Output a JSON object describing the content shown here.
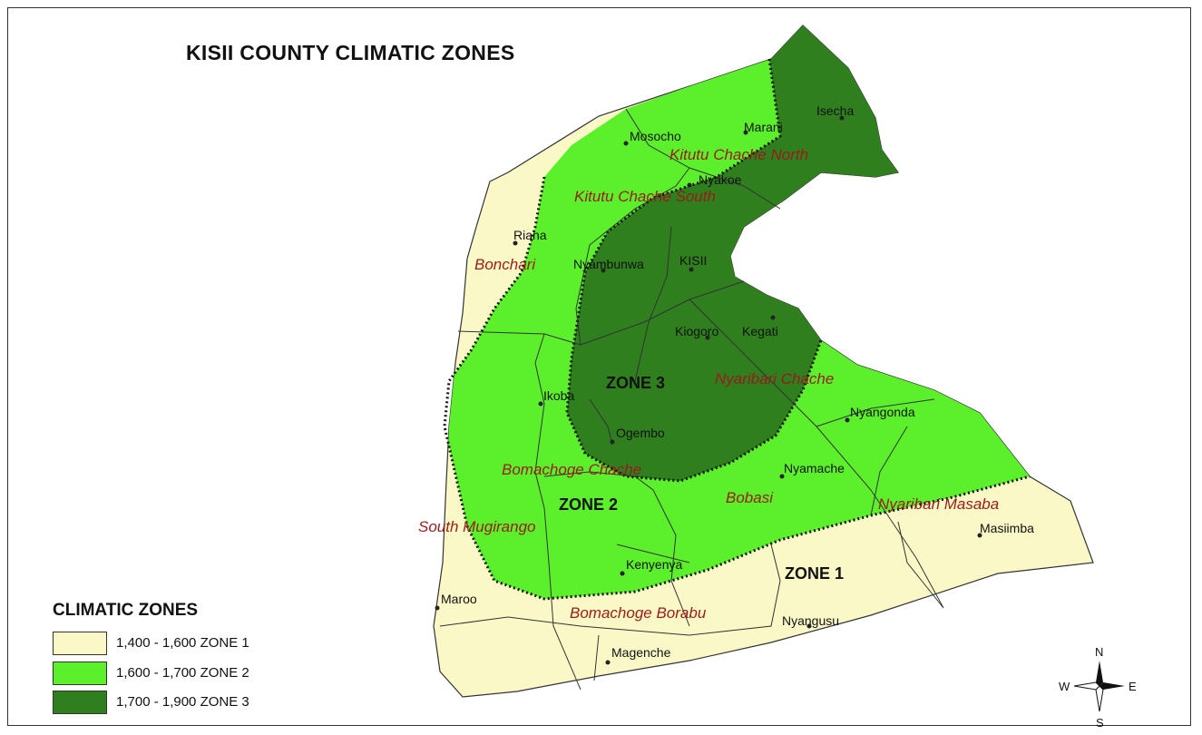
{
  "map": {
    "title": "KISII COUNTY CLIMATIC ZONES",
    "colors": {
      "zone1": "#fbf8c8",
      "zone2": "#5cf02c",
      "zone3": "#2f7f1f"
    },
    "legend": {
      "title": "CLIMATIC ZONES",
      "items": [
        {
          "label": "1,400 - 1,600 ZONE 1",
          "color": "#fbf8c8"
        },
        {
          "label": "1,600 - 1,700 ZONE 2",
          "color": "#5cf02c"
        },
        {
          "label": "1,700 - 1,900 ZONE 3",
          "color": "#2f7f1f"
        }
      ]
    },
    "zones": {
      "zone1": "ZONE 1",
      "zone2": "ZONE 2",
      "zone3": "ZONE 3"
    },
    "subcounties": {
      "kitutu_north": "Kitutu Chache North",
      "kitutu_south": "Kitutu Chache South",
      "bonchari": "Bonchari",
      "nyaribari_chache": "Nyaribari Chache",
      "bomachoge_chache": "Bomachoge Chache",
      "bobasi": "Bobasi",
      "nyaribari_masaba": "Nyaribari Masaba",
      "south_mugirango": "South Mugirango",
      "bomachoge_borabu": "Bomachoge Borabu"
    },
    "places": {
      "isecha": "Isecha",
      "marani": "Marani",
      "mosocho": "Mosocho",
      "nyakoe": "Nyakoe",
      "riana": "Riana",
      "nyambunwa": "Nyambunwa",
      "kisii": "KISII",
      "kiogoro": "Kiogoro",
      "kegati": "Kegati",
      "ikoba": "Ikoba",
      "ogembo": "Ogembo",
      "nyangonda": "Nyangonda",
      "nyamache": "Nyamache",
      "masiimba": "Masiimba",
      "kenyenya": "Kenyenya",
      "maroo": "Maroo",
      "nyangusu": "Nyangusu",
      "magenche": "Magenche"
    },
    "compass": {
      "n": "N",
      "s": "S",
      "e": "E",
      "w": "W"
    }
  }
}
